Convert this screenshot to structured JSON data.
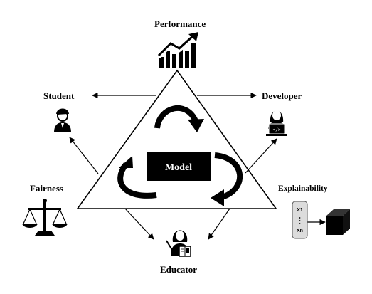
{
  "diagram": {
    "center": {
      "label": "Model"
    },
    "nodes": {
      "performance": {
        "label": "Performance",
        "icon": "bar-chart-trend-icon"
      },
      "student": {
        "label": "Student",
        "icon": "student-icon"
      },
      "developer": {
        "label": "Developer",
        "icon": "developer-laptop-icon"
      },
      "fairness": {
        "label": "Fairness",
        "icon": "scales-icon"
      },
      "explainability": {
        "label": "Explainability",
        "icon": "black-box-icon",
        "feature_labels": [
          "X1",
          "Xn"
        ]
      },
      "educator": {
        "label": "Educator",
        "icon": "educator-icon"
      }
    },
    "colors": {
      "line": "#000000",
      "background": "#ffffff",
      "panel": "#dcdcdc"
    }
  }
}
